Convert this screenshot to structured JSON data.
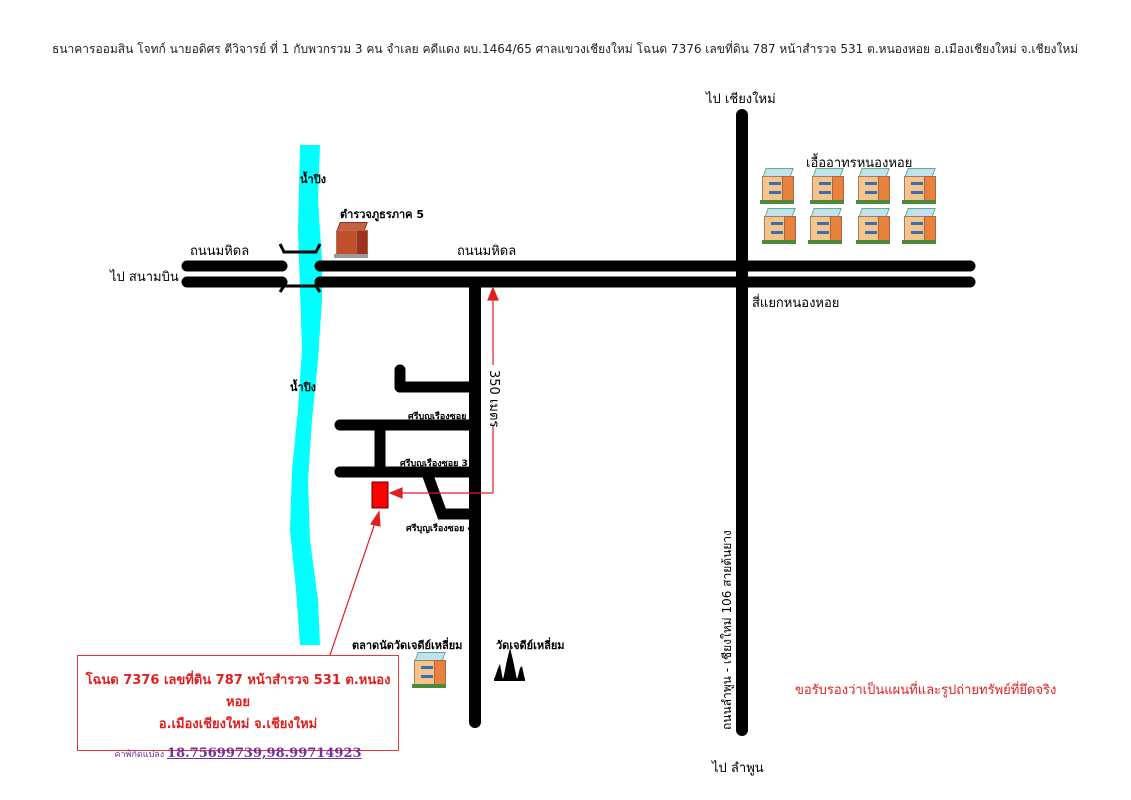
{
  "header": "ธนาคารออมสิน โจทก์ นายอดิศร ตีวิจารย์ ที่ 1 กับพวกรวม 3 คน จำเลย คดีแดง ผบ.1464/65 ศาลแขวงเชียงใหม่ โฉนด 7376 เลขที่ดิน 787 หน้าสำรวจ 531 ต.หนองหอย อ.เมืองเชียงใหม่ จ.เชียงใหม่",
  "labels": {
    "to_chiangmai": "ไป เชียงใหม่",
    "to_lamphun": "ไป ลำพูน",
    "to_airport": "ไป สนามบิน",
    "mahidol_left": "ถนนมหิดล",
    "mahidol_right": "ถนนมหิดล",
    "river_top": "น้ำปิง",
    "river_mid": "น้ำปิง",
    "police": "ตำรวจภูธรภาค 5",
    "housing": "เอื้ออาทรหนองหอย",
    "intersection": "สี่แยกหนองหอย",
    "distance": "350 เมตร",
    "soi2": "ศรีบุญเรืองซอย 2",
    "soi3": "ศรีบุญเรืองซอย 3",
    "soi4": "ศรีบุญเรืองซอย 4",
    "market": "ตลาดนัดวัดเจดีย์เหลี่ยม",
    "temple": "วัดเจดีย์เหลี่ยม",
    "lamphun_road": "ถนนลำพูน - เชียงใหม่ 106 สายต้นยาง",
    "certify": "ขอรับรองว่าเป็นแผนที่และรูปถ่ายทรัพย์ที่ยึดจริง"
  },
  "infobox": {
    "line1": "โฉนด 7376 เลขที่ดิน 787 หน้าสำรวจ 531 ต.หนองหอย",
    "line2": "อ.เมืองเชียงใหม่ จ.เชียงใหม่",
    "coord_label": "ค่าพิกัดแปลง",
    "coord_value": "18.75699739,98.99714923"
  },
  "colors": {
    "river": "#00ffff",
    "road": "#000000",
    "marker": "#ff0000",
    "accent": "#e02020",
    "link": "#7030a0"
  }
}
